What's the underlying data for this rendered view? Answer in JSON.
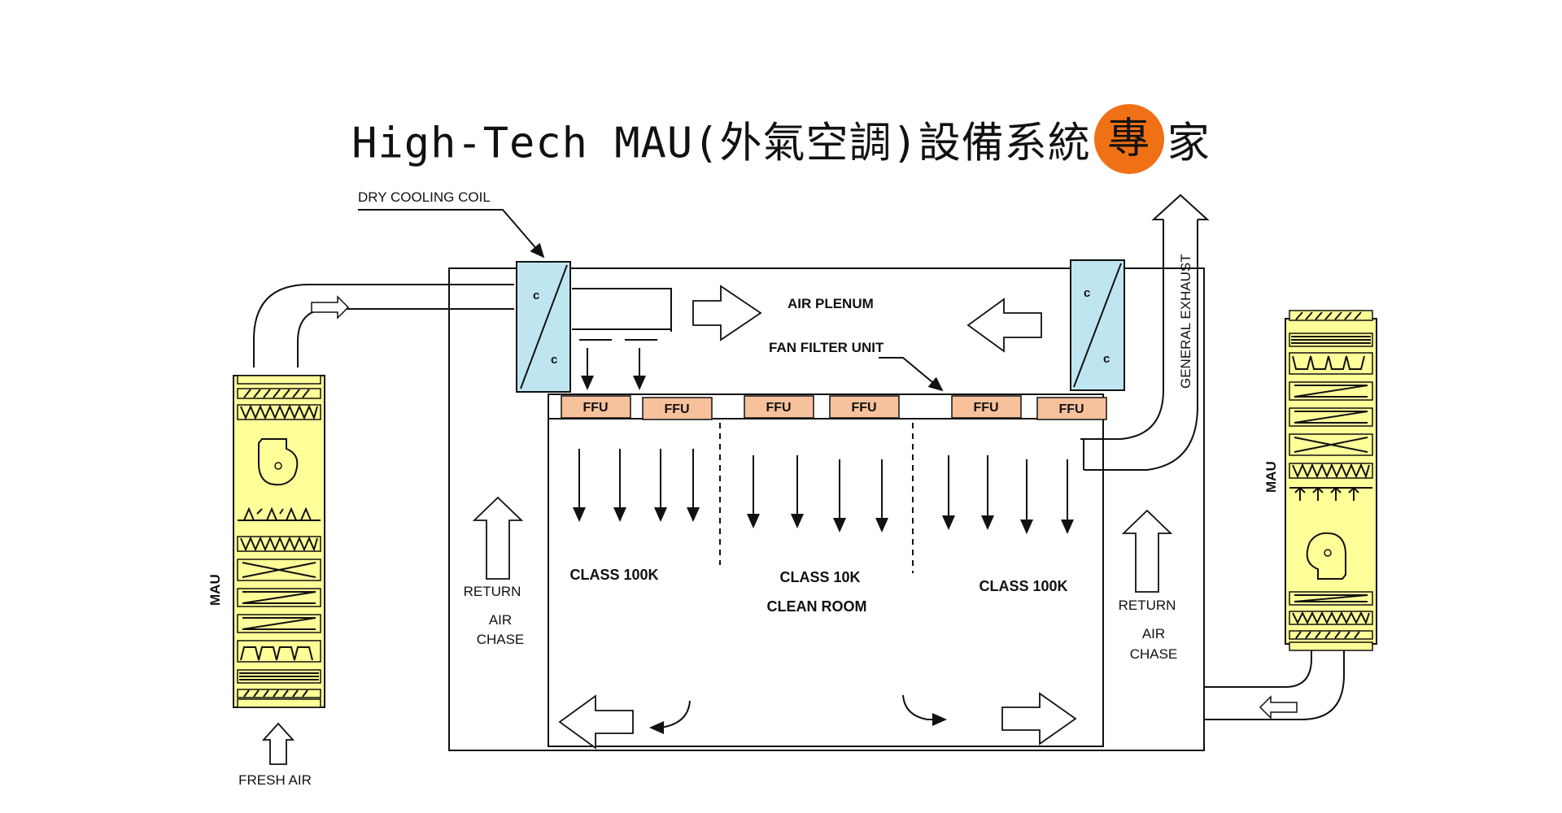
{
  "title": {
    "main": "High-Tech MAU(外氣空調)設備系統",
    "highlight": "專",
    "suffix": "家"
  },
  "labels": {
    "dry_cooling_coil": "DRY COOLING  COIL",
    "air_plenum": "AIR PLENUM",
    "fan_filter_unit": "FAN FILTER UNIT",
    "general_exhaust": "GENERAL  EXHAUST",
    "mau_left": "MAU",
    "mau_right": "MAU",
    "fresh_air": "FRESH  AIR",
    "return_air_chase_left": [
      "RETURN",
      "AIR",
      "CHASE"
    ],
    "return_air_chase_right": [
      "RETURN",
      "AIR",
      "CHASE"
    ],
    "zone_left": "CLASS 100K",
    "zone_center": [
      "CLASS 10K",
      "CLEAN ROOM"
    ],
    "zone_right": "CLASS 100K",
    "coil_marks": [
      "c",
      "c",
      "c",
      "c"
    ]
  },
  "ffu_units": [
    "FFU",
    "FFU",
    "FFU",
    "FFU",
    "FFU",
    "FFU"
  ],
  "colors": {
    "accent": "#f07016",
    "mau_fill": "#ffff99",
    "coil_fill": "#bfe6f0",
    "ffu_fill": "#f7c19b"
  }
}
